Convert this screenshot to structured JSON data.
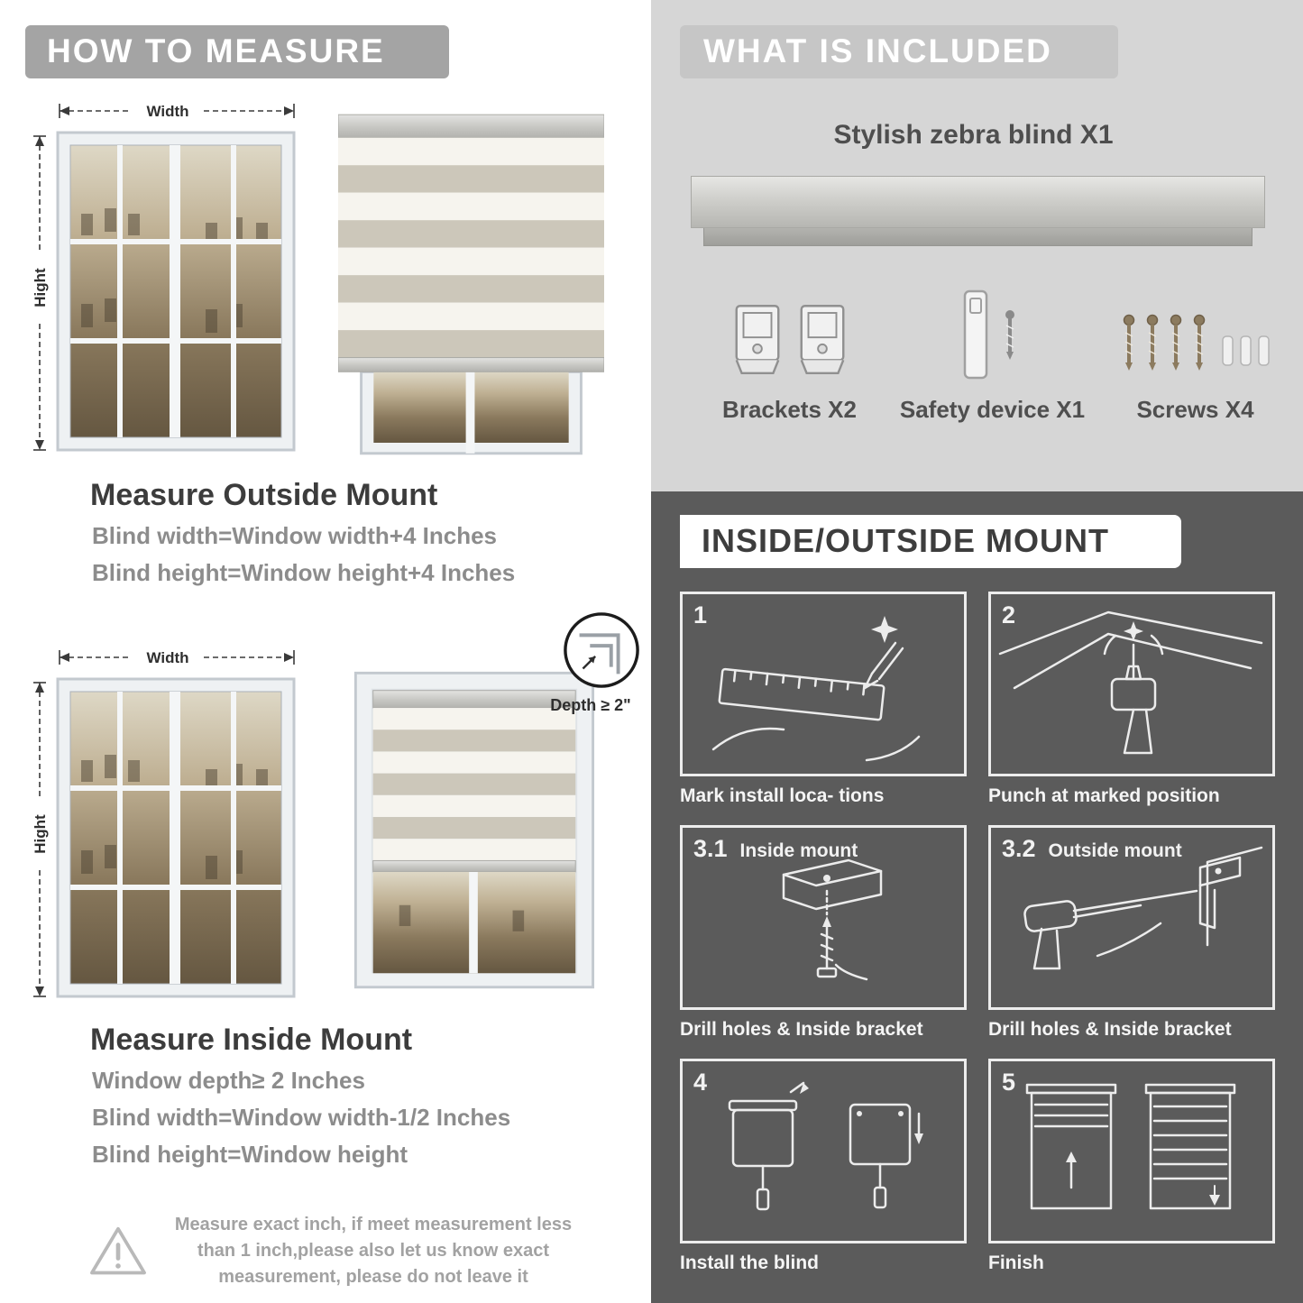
{
  "colors": {
    "banner_gray": "#a4a4a4",
    "included_bg": "#d6d6d6",
    "included_banner": "#c6c6c6",
    "dark_bg": "#5b5b5b",
    "heading_text": "#3c3c3c",
    "formula_text": "#8c8c8c"
  },
  "left": {
    "banner": "HOW TO MEASURE",
    "outside": {
      "width_label": "Width",
      "height_label": "Hight",
      "title": "Measure Outside Mount",
      "lines": [
        "Blind width=Window width+4 Inches",
        "Blind height=Window height+4 Inches"
      ]
    },
    "inside": {
      "width_label": "Width",
      "height_label": "Hight",
      "depth_label": "Depth ≥ 2\"",
      "title": "Measure Inside Mount",
      "lines": [
        "Window depth≥ 2 Inches",
        "Blind width=Window width-1/2 Inches",
        "Blind height=Window height"
      ]
    },
    "warning": {
      "text": "Measure exact inch, if meet measurement less than 1 inch,please also let us know exact measurement, please do not leave it"
    }
  },
  "included": {
    "banner": "WHAT IS INCLUDED",
    "product": "Stylish zebra blind X1",
    "items": [
      {
        "label": "Brackets X2"
      },
      {
        "label": "Safety device X1"
      },
      {
        "label": "Screws X4"
      }
    ]
  },
  "mount": {
    "banner": "INSIDE/OUTSIDE MOUNT",
    "steps": [
      {
        "num": "1",
        "label": "",
        "caption": "Mark install loca- tions"
      },
      {
        "num": "2",
        "label": "",
        "caption": "Punch at  marked position"
      },
      {
        "num": "3.1",
        "label": "Inside mount",
        "caption": "Drill holes &  Inside bracket"
      },
      {
        "num": "3.2",
        "label": "Outside mount",
        "caption": "Drill holes &  Inside bracket"
      },
      {
        "num": "4",
        "label": "",
        "caption": "Install the blind"
      },
      {
        "num": "5",
        "label": "",
        "caption": "Finish"
      }
    ]
  }
}
